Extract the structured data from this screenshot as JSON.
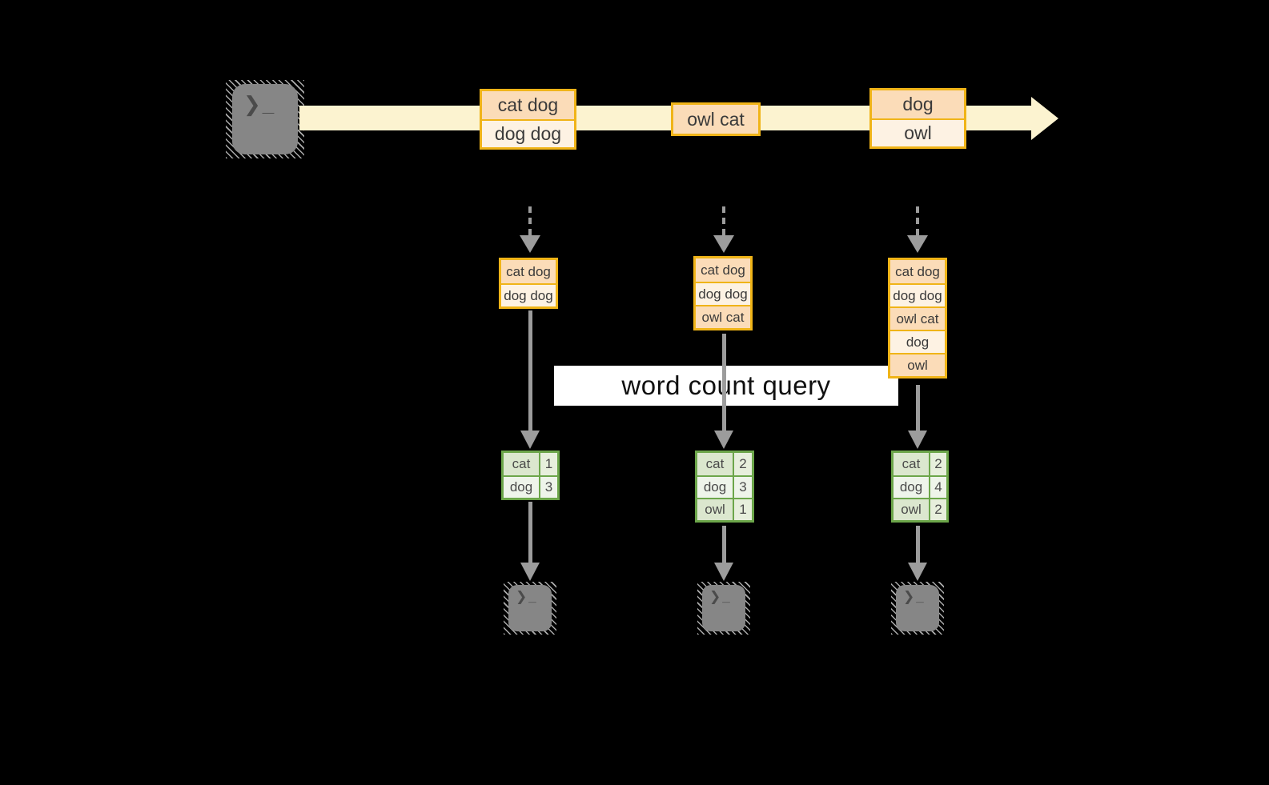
{
  "colors": {
    "bg": "#000000",
    "band": "#fcf3d0",
    "gold": "#f0b418",
    "peach_dark": "#fbdcb8",
    "peach_light": "#fdf2e3",
    "green": "#6ca64a",
    "green_dark": "#dbe7ce",
    "green_mid": "#e7efdc",
    "green_light": "#eef4ea",
    "arrow_gray": "#9c9c9c",
    "terminal_gray": "#868686",
    "query_bg": "#ffffff"
  },
  "terminal_glyph": "❯_",
  "query": {
    "label": "word count query"
  },
  "stream": {
    "batches": [
      {
        "lines": [
          "cat dog",
          "dog dog"
        ]
      },
      {
        "lines": [
          "owl cat"
        ]
      },
      {
        "lines": [
          "dog",
          "owl"
        ]
      }
    ]
  },
  "columns": [
    {
      "input_lines": [
        "cat dog",
        "dog dog"
      ],
      "counts": [
        {
          "word": "cat",
          "count": "1"
        },
        {
          "word": "dog",
          "count": "3"
        }
      ]
    },
    {
      "input_lines": [
        "cat dog",
        "dog dog",
        "owl cat"
      ],
      "counts": [
        {
          "word": "cat",
          "count": "2"
        },
        {
          "word": "dog",
          "count": "3"
        },
        {
          "word": "owl",
          "count": "1"
        }
      ]
    },
    {
      "input_lines": [
        "cat dog",
        "dog dog",
        "owl cat",
        "dog",
        "owl"
      ],
      "counts": [
        {
          "word": "cat",
          "count": "2"
        },
        {
          "word": "dog",
          "count": "4"
        },
        {
          "word": "owl",
          "count": "2"
        }
      ]
    }
  ]
}
